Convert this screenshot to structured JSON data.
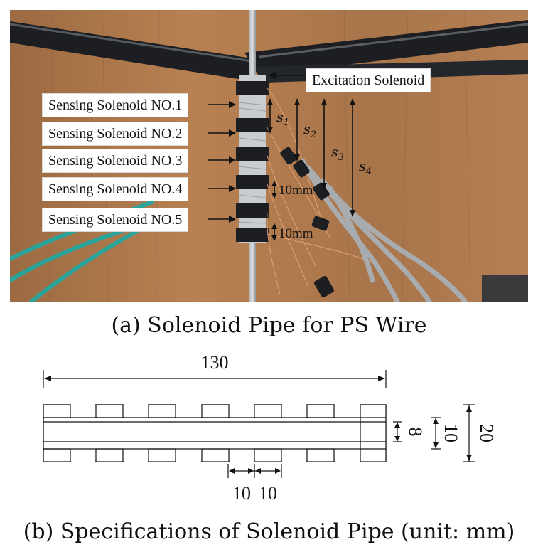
{
  "figure_a": {
    "excitation_label": "Excitation Solenoid",
    "sensing_labels": [
      "Sensing Solenoid NO.1",
      "Sensing Solenoid NO.2",
      "Sensing Solenoid NO.3",
      "Sensing Solenoid NO.4",
      "Sensing Solenoid NO.5"
    ],
    "distance_labels": [
      "s",
      "s",
      "s",
      "s"
    ],
    "distance_subscripts": [
      "1",
      "2",
      "3",
      "4"
    ],
    "gap_labels": [
      "10mm",
      "10mm"
    ],
    "caption": "(a) Solenoid Pipe for PS Wire"
  },
  "figure_b": {
    "total_length": "130",
    "inner_dim": "8",
    "mid_dim": "10",
    "outer_dim": "20",
    "spacing_a": "10",
    "spacing_b": "10",
    "caption": "(b) Specifications of Solenoid Pipe (unit: mm)"
  },
  "colors": {
    "wall": "#b07a4c",
    "pipe_black": "#1c1e22",
    "coil": "#e6a078",
    "cable": "#2aa39a"
  }
}
